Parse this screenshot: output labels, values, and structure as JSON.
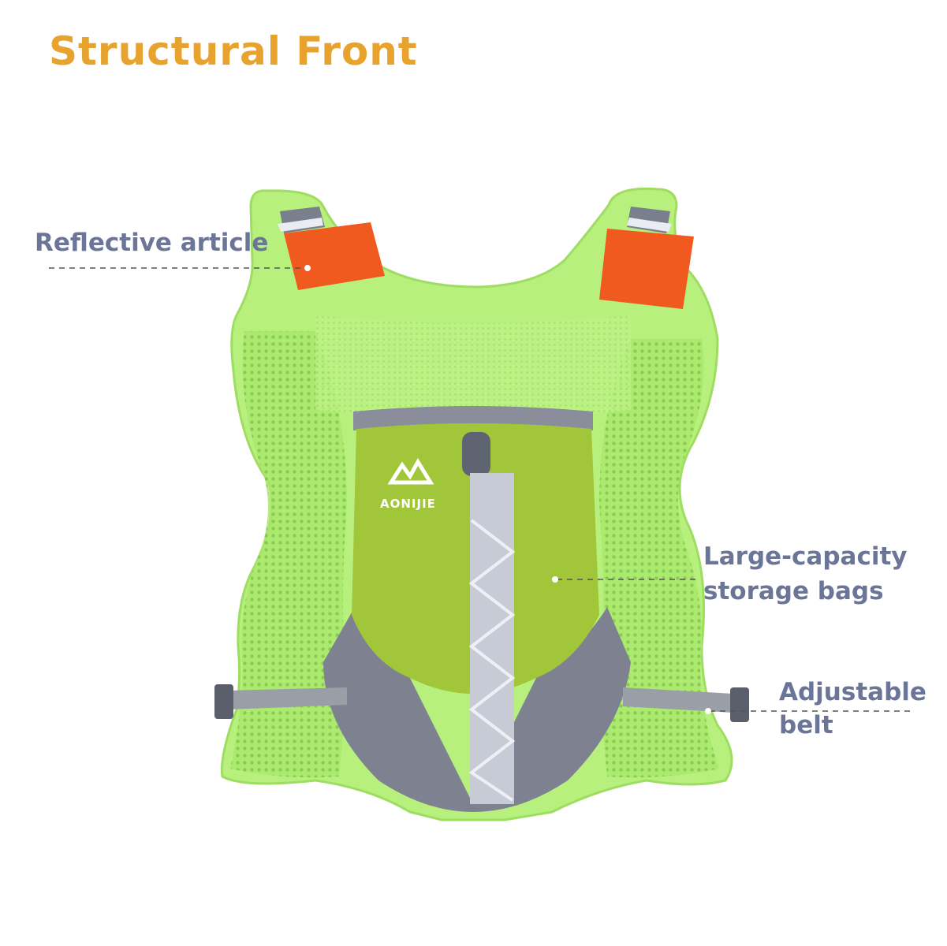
{
  "title": "Structural Front",
  "brand_logo_text": "AONIJIE",
  "callouts": {
    "reflective": "Reflective article",
    "storage_line1": "Large-capacity",
    "storage_line2": "storage bags",
    "belt_line1": "Adjustable",
    "belt_line2": "belt"
  },
  "colors": {
    "title": "#E8A22E",
    "label": "#6B7598",
    "vest_green": "#B8F07E",
    "mesh_green": "#8FD65A",
    "pocket_green": "#A2C63A",
    "gray_panel": "#7E8290",
    "reflective_orange": "#F05A1E",
    "strap_gray": "#9A9EA6"
  }
}
